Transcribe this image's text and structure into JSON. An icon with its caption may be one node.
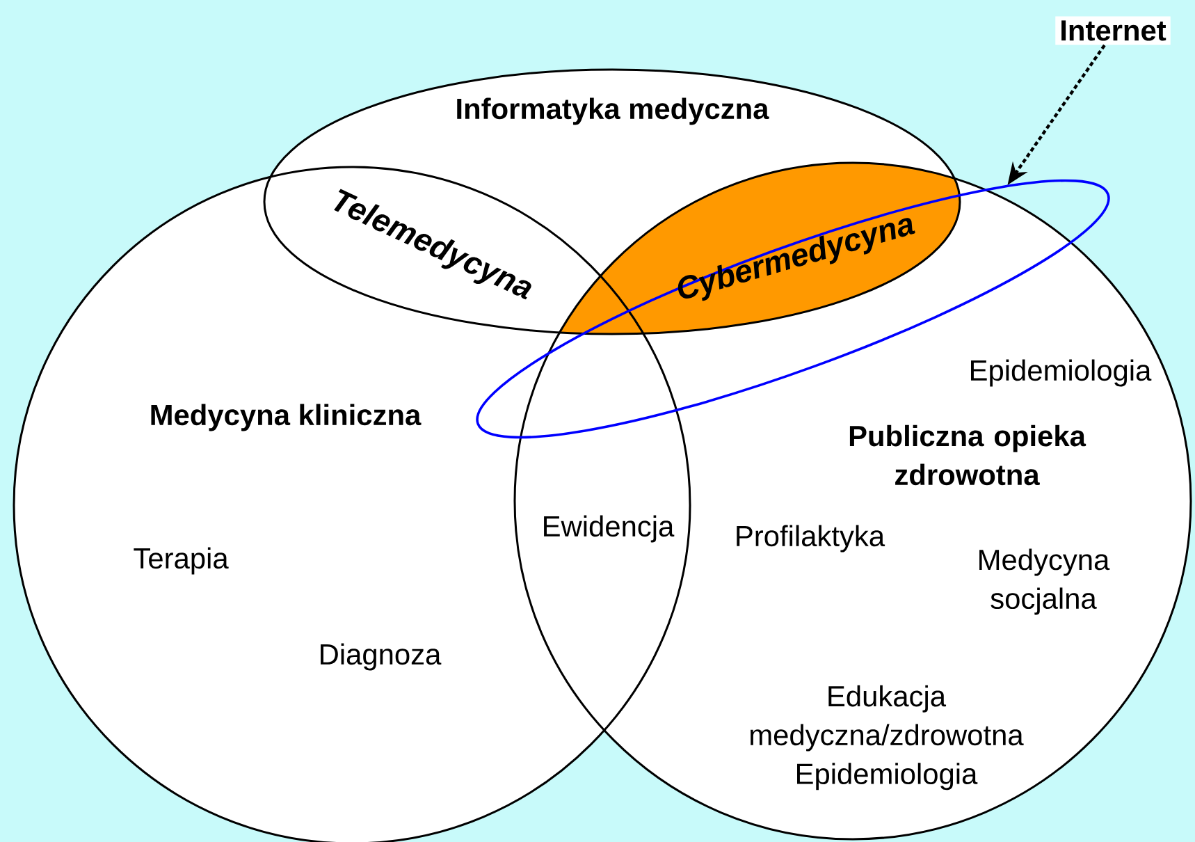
{
  "diagram": {
    "nodes": [
      {
        "text": [
          "Informatyka medyczna"
        ]
      },
      {
        "text": [
          "Medycyna kliniczna",
          "Terapia",
          "Diagnoza"
        ]
      },
      {
        "text": [
          "Epidemiologia",
          "Publiczna opieka zdrowotna",
          "Profilaktyka",
          "Medycyna socjalna",
          "Edukacja medyczna/zdrowotna Epidemiologia"
        ]
      },
      {
        "text": [],
        "shape": "ellipse"
      },
      {
        "text": [
          "Internet"
        ]
      }
    ],
    "edges": [
      {
        "from": 4,
        "to": 3,
        "arrow": "to",
        "style": "dashed"
      }
    ],
    "labels": [
      "Telemedycyna",
      "Cybermedycyna",
      "Ewidencja"
    ]
  }
}
